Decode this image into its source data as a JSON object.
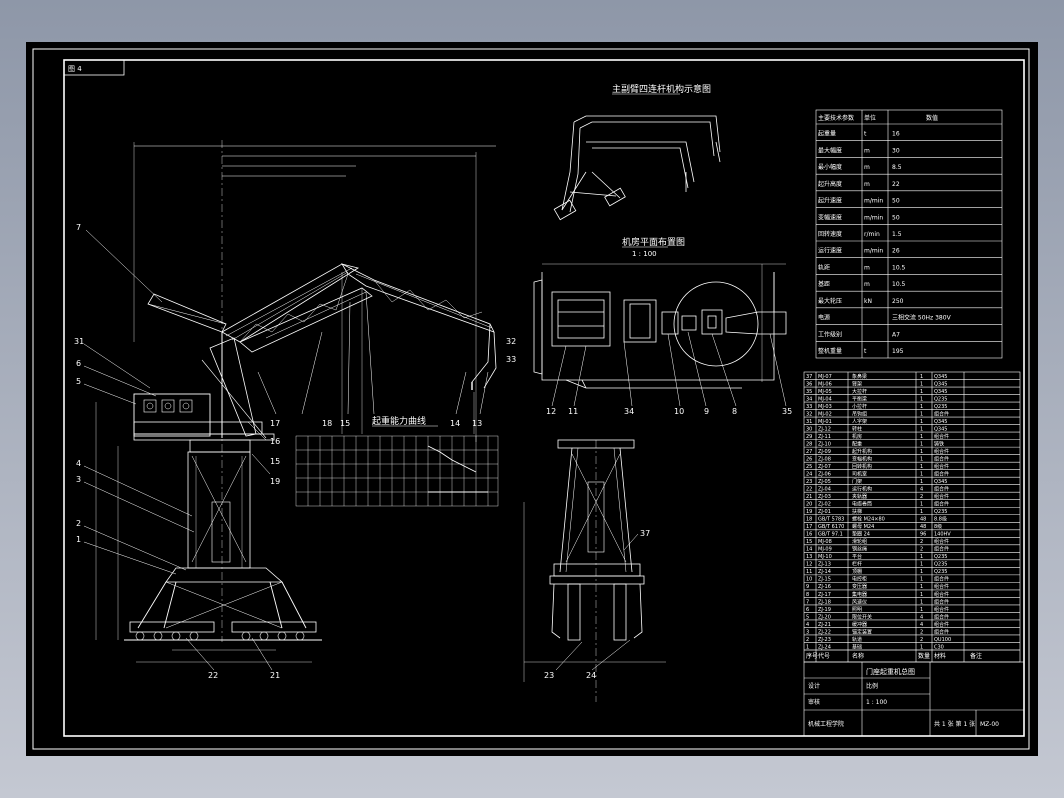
{
  "sheet_tag": "图 4",
  "title_rotation_diagram": "主副臂四连杆机构示意图",
  "title_jib_plan": "机房平面布置图",
  "jib_plan_scale": "1 : 100",
  "title_load_curve": "起重能力曲线",
  "left_labels": [
    "7",
    "31",
    "6",
    "5",
    "4",
    "3",
    "2",
    "1"
  ],
  "mid_labels": [
    "17",
    "16",
    "15",
    "19",
    "18",
    "15",
    "14",
    "13"
  ],
  "right_top_labels": [
    "32",
    "33"
  ],
  "plan_labels": [
    "12",
    "11",
    "34",
    "10",
    "9",
    "8",
    "35"
  ],
  "bottom_labels": [
    "22",
    "21"
  ],
  "front_labels": [
    "37",
    "23",
    "24"
  ],
  "spec_header": [
    "主要技术参数",
    "单位",
    "数值"
  ],
  "spec_rows": [
    [
      "起重量",
      "t",
      "16"
    ],
    [
      "最大幅度",
      "m",
      "30"
    ],
    [
      "最小幅度",
      "m",
      "8.5"
    ],
    [
      "起升高度",
      "m",
      "22"
    ],
    [
      "起升速度",
      "m/min",
      "50"
    ],
    [
      "变幅速度",
      "m/min",
      "50"
    ],
    [
      "回转速度",
      "r/min",
      "1.5"
    ],
    [
      "运行速度",
      "m/min",
      "26"
    ],
    [
      "轨距",
      "m",
      "10.5"
    ],
    [
      "基距",
      "m",
      "10.5"
    ],
    [
      "最大轮压",
      "kN",
      "250"
    ],
    [
      "电源",
      "",
      "三相交流 50Hz 380V"
    ],
    [
      "工作级别",
      "",
      "A7"
    ],
    [
      "整机重量",
      "t",
      "195"
    ]
  ],
  "parts_header": [
    "序号",
    "代号",
    "名称",
    "数量",
    "材料",
    "备注"
  ],
  "parts_rows": [
    [
      "37",
      "MJ-07",
      "象鼻梁",
      "1",
      "Q345"
    ],
    [
      "36",
      "MJ-06",
      "臂架",
      "1",
      "Q345"
    ],
    [
      "35",
      "MJ-05",
      "大拉杆",
      "1",
      "Q345"
    ],
    [
      "34",
      "MJ-04",
      "平衡梁",
      "1",
      "Q235"
    ],
    [
      "33",
      "MJ-03",
      "小拉杆",
      "1",
      "Q235"
    ],
    [
      "32",
      "MJ-02",
      "吊钩组",
      "1",
      "组合件"
    ],
    [
      "31",
      "MJ-01",
      "人字架",
      "1",
      "Q345"
    ],
    [
      "30",
      "ZJ-12",
      "转柱",
      "1",
      "Q345"
    ],
    [
      "29",
      "ZJ-11",
      "机房",
      "1",
      "组合件"
    ],
    [
      "28",
      "ZJ-10",
      "配重",
      "1",
      "铸铁"
    ],
    [
      "27",
      "ZJ-09",
      "起升机构",
      "1",
      "组合件"
    ],
    [
      "26",
      "ZJ-08",
      "变幅机构",
      "1",
      "组合件"
    ],
    [
      "25",
      "ZJ-07",
      "回转机构",
      "1",
      "组合件"
    ],
    [
      "24",
      "ZJ-06",
      "司机室",
      "1",
      "组合件"
    ],
    [
      "23",
      "ZJ-05",
      "门架",
      "1",
      "Q345"
    ],
    [
      "22",
      "ZJ-04",
      "运行机构",
      "4",
      "组合件"
    ],
    [
      "21",
      "ZJ-03",
      "夹轨器",
      "2",
      "组合件"
    ],
    [
      "20",
      "ZJ-02",
      "电缆卷筒",
      "1",
      "组合件"
    ],
    [
      "19",
      "ZJ-01",
      "扶梯",
      "1",
      "Q235"
    ],
    [
      "18",
      "GB/T 5783",
      "螺栓 M24×80",
      "48",
      "8.8级"
    ],
    [
      "17",
      "GB/T 6170",
      "螺母 M24",
      "48",
      "8级"
    ],
    [
      "16",
      "GB/T 97.1",
      "垫圈 24",
      "96",
      "140HV"
    ],
    [
      "15",
      "MJ-08",
      "滑轮组",
      "2",
      "组合件"
    ],
    [
      "14",
      "MJ-09",
      "钢丝绳",
      "2",
      "组合件"
    ],
    [
      "13",
      "MJ-10",
      "平台",
      "1",
      "Q235"
    ],
    [
      "12",
      "ZJ-13",
      "栏杆",
      "1",
      "Q235"
    ],
    [
      "11",
      "ZJ-14",
      "顶棚",
      "1",
      "Q235"
    ],
    [
      "10",
      "ZJ-15",
      "电控柜",
      "1",
      "组合件"
    ],
    [
      "9",
      "ZJ-16",
      "变压器",
      "1",
      "组合件"
    ],
    [
      "8",
      "ZJ-17",
      "集电器",
      "1",
      "组合件"
    ],
    [
      "7",
      "ZJ-18",
      "风速仪",
      "1",
      "组合件"
    ],
    [
      "6",
      "ZJ-19",
      "照明",
      "1",
      "组合件"
    ],
    [
      "5",
      "ZJ-20",
      "限位开关",
      "4",
      "组合件"
    ],
    [
      "4",
      "ZJ-21",
      "缓冲器",
      "4",
      "组合件"
    ],
    [
      "3",
      "ZJ-22",
      "锚定装置",
      "2",
      "组合件"
    ],
    [
      "2",
      "ZJ-23",
      "轨道",
      "2",
      "QU100"
    ],
    [
      "1",
      "ZJ-24",
      "基础",
      "1",
      "C30"
    ]
  ],
  "title_block": {
    "drawing_name": "门座起重机总图",
    "school": "机械工程学院",
    "designer": "设计",
    "checker": "审核",
    "scale_label": "比例",
    "scale_value": "1 : 100",
    "sheet_label": "共 1 张  第 1 张",
    "drawing_no": "MZ-00"
  },
  "colors": {
    "sheet": "#000000",
    "lines": "#ffffff",
    "background_top": "#8e97a8",
    "background_bottom": "#c4c8d2"
  }
}
